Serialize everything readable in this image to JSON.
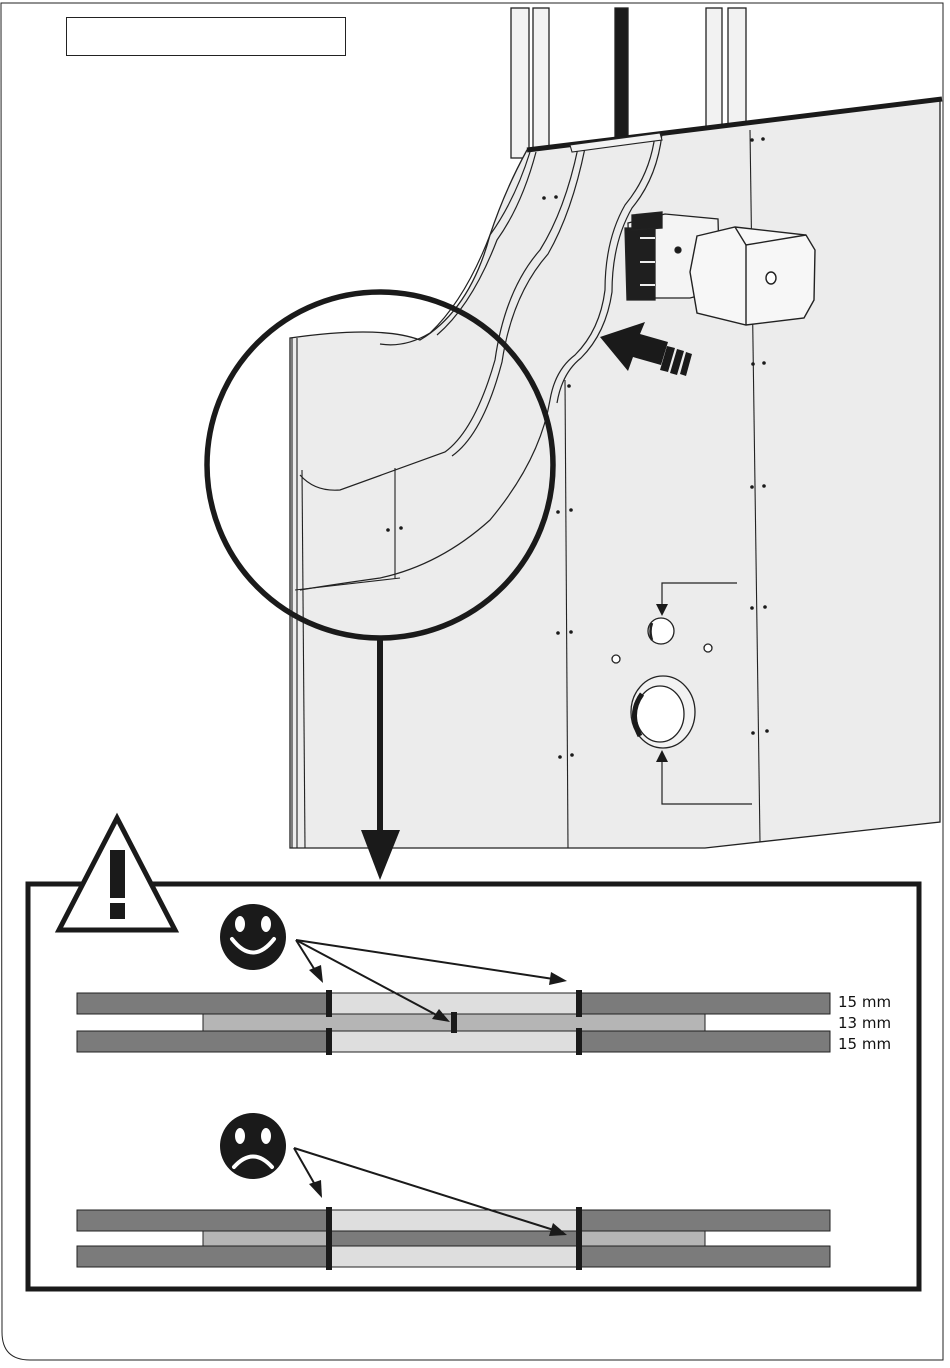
{
  "title_box_text": "",
  "thickness_labels": [
    "15 mm",
    "13 mm",
    "15 mm"
  ],
  "icons": {
    "warning": "warning-triangle-icon",
    "correct": "smiley-happy-icon",
    "incorrect": "smiley-sad-icon",
    "insert_direction": "push-arrow-icon"
  },
  "colors": {
    "board_dark": "#7b7b7b",
    "board_mid": "#b5b5b5",
    "board_light": "#dedede",
    "wall": "#ececec",
    "ink": "#1a1a1a"
  }
}
